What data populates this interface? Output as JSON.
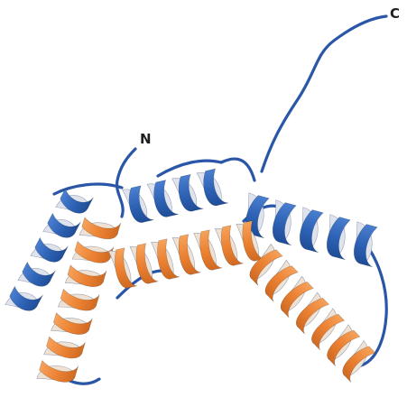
{
  "labels": {
    "n_terminus": "N",
    "c_terminus": "C"
  },
  "colors": {
    "background": "#ffffff",
    "outer_helix_front": "#2f63b6",
    "outer_helix_back": "#dfe3ee",
    "inner_helix_front": "#ec8233",
    "inner_helix_back": "#f0e2d2",
    "coil": "#2a56a8",
    "label": "#1e1e1e"
  },
  "structure": {
    "type": "ribbon-diagram",
    "helix_types": [
      "outer-helix",
      "inner-helix"
    ],
    "termini": [
      "N",
      "C"
    ]
  }
}
